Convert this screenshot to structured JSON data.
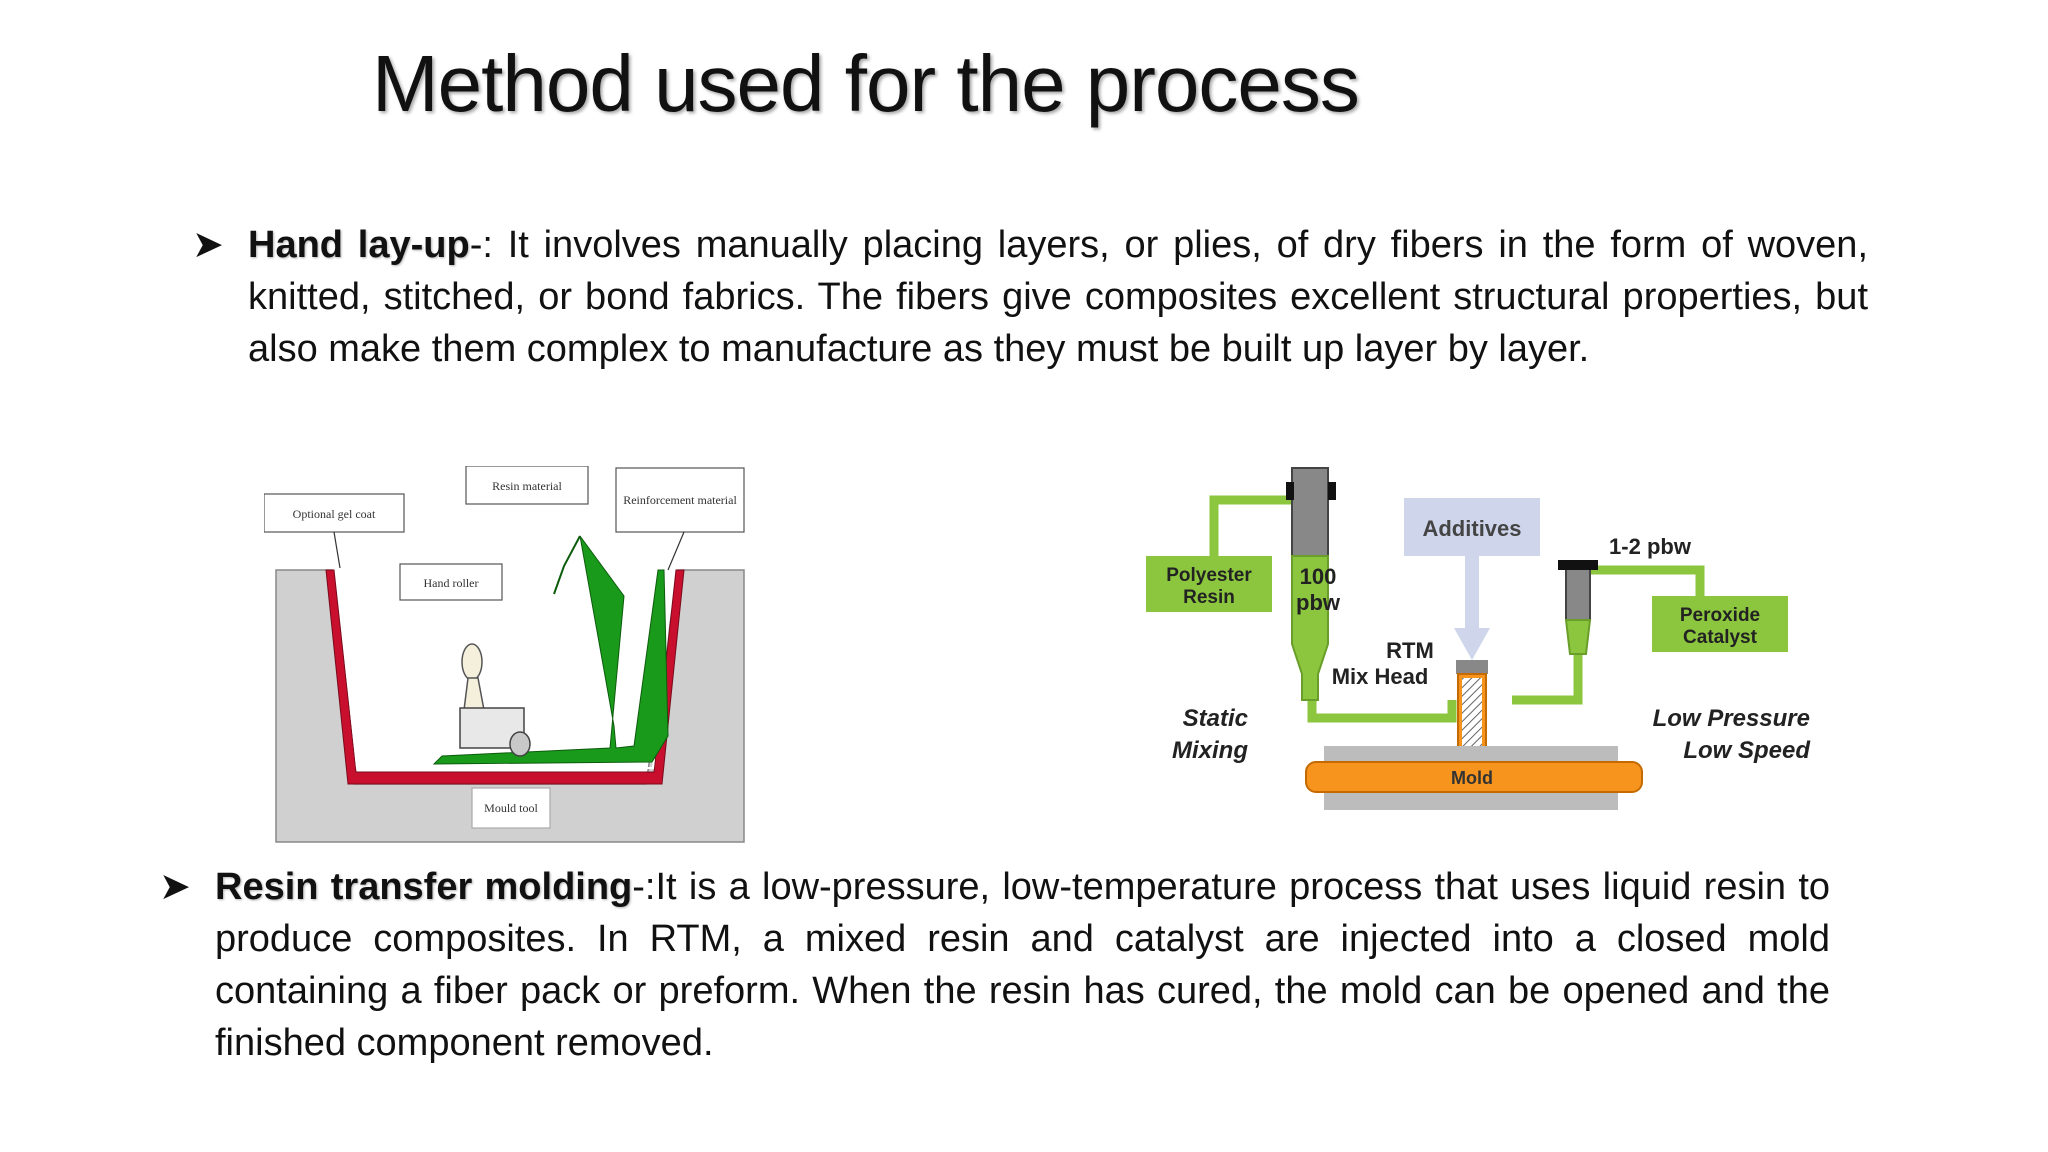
{
  "title": "Method used for the process",
  "bullets": [
    {
      "term": "Hand lay-up",
      "separator": "-:",
      "text": " It involves manually placing layers, or plies, of dry fibers in the form of woven, knitted, stitched, or bond fabrics. The fibers give composites excellent structural properties, but also make them complex to manufacture as they must be built up layer by layer."
    },
    {
      "term": "Resin transfer molding",
      "separator": "-:",
      "text": "It is a low-pressure, low-temperature process that uses liquid resin to produce composites. In RTM, a mixed resin and catalyst are injected into a closed mold containing a fiber pack or preform. When the resin has cured, the mold can be opened and the finished component removed."
    }
  ],
  "hand_layup_figure": {
    "labels": {
      "gel_coat": "Optional gel coat",
      "resin": "Resin material",
      "reinforcement": "Reinforcement material",
      "roller": "Hand roller",
      "mould": "Mould tool"
    },
    "colors": {
      "gel": "#c8102e",
      "fiber": "#1a9a1a",
      "mould": "#d0d0d0"
    }
  },
  "rtm_figure": {
    "labels": {
      "additives": "Additives",
      "pbw_catalyst": "1-2 pbw",
      "polyester_line1": "Polyester",
      "polyester_line2": "Resin",
      "pbw_resin_line1": "100",
      "pbw_resin_line2": "pbw",
      "peroxide_line1": "Peroxide",
      "peroxide_line2": "Catalyst",
      "mixhead_line1": "RTM",
      "mixhead_line2": "Mix Head",
      "static_line1": "Static",
      "static_line2": "Mixing",
      "lowpressure_line1": "Low Pressure",
      "lowpressure_line2": "Low Speed",
      "mold": "Mold"
    },
    "colors": {
      "green": "#8cc63f",
      "mold": "#f7941d",
      "additives_box": "#cfd6ec"
    }
  }
}
